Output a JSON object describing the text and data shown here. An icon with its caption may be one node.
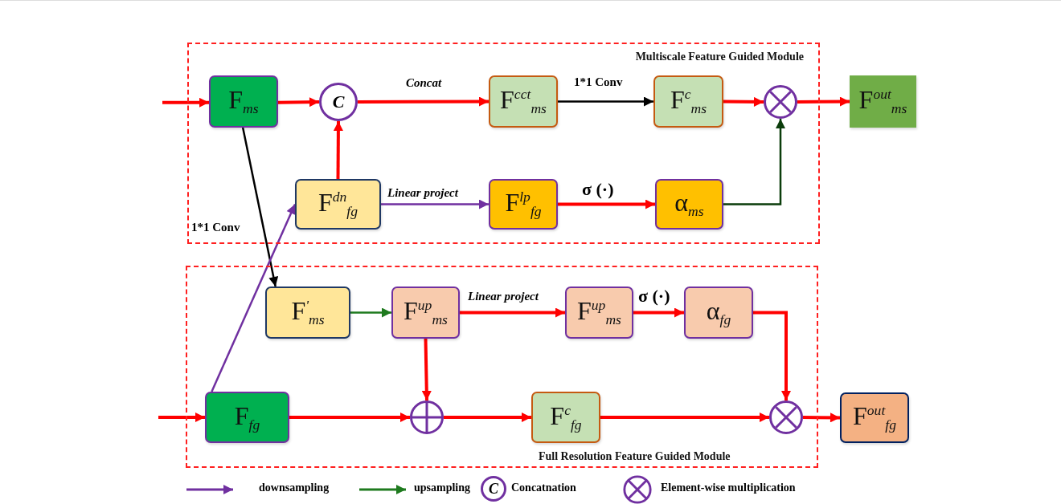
{
  "diagram": {
    "nodes": [
      {
        "text": [
          "Multiscale Feature Guided Module"
        ]
      },
      {
        "text": [
          "F$_{ms}$"
        ],
        "in": 0
      },
      {
        "text": [
          "C"
        ],
        "in": 0
      },
      {
        "text": [
          "F$^{cct}$$_{ms}$"
        ],
        "in": 0
      },
      {
        "text": [
          "F$^{c}$$_{ms}$"
        ],
        "in": 0
      },
      {
        "text": [],
        "shape": "circle",
        "in": 0
      },
      {
        "text": [
          "F$^{out}$$_{ms}$"
        ]
      },
      {
        "text": [
          "F$^{dn}$$_{fg}$"
        ],
        "in": 0
      },
      {
        "text": [
          "F$^{lp}$$_{fg}$"
        ],
        "in": 0
      },
      {
        "text": [
          "α$_{ms}$"
        ],
        "in": 0
      },
      {
        "text": [
          "Full Resolution Feature Guided Module"
        ]
      },
      {
        "text": [
          "F$^{'}$$_{ms}$"
        ],
        "in": 10
      },
      {
        "text": [
          "F$^{up}$$_{ms}$"
        ],
        "in": 10
      },
      {
        "text": [
          "F$^{up}$$_{ms}$"
        ],
        "in": 10
      },
      {
        "text": [
          "α$_{fg}$"
        ],
        "in": 10
      },
      {
        "text": [
          "F$_{fg}$"
        ],
        "in": 10
      },
      {
        "text": [],
        "shape": "circle",
        "in": 10
      },
      {
        "text": [
          "F$^{c}$$_{fg}$"
        ],
        "in": 10
      },
      {
        "text": [],
        "shape": "circle",
        "in": 10
      },
      {
        "text": [
          "F$^{out}$$_{fg}$"
        ]
      }
    ],
    "edges": [
      {
        "from": null,
        "to": 1,
        "arrow": "to"
      },
      {
        "from": 1,
        "to": 2,
        "arrow": "to"
      },
      {
        "from": 2,
        "to": 3,
        "arrow": "to",
        "label": "Concat"
      },
      {
        "from": 3,
        "to": 4,
        "arrow": "to",
        "label": "1*1 Conv",
        "color": "#000000"
      },
      {
        "from": 4,
        "to": 5,
        "arrow": "to"
      },
      {
        "from": 5,
        "to": 6,
        "arrow": "to"
      },
      {
        "from": 7,
        "to": 2,
        "arrow": "to"
      },
      {
        "from": 7,
        "to": 8,
        "arrow": "to",
        "label": "Linear project",
        "color": "#7030a0"
      },
      {
        "from": 8,
        "to": 9,
        "arrow": "to",
        "label": "σ (·)"
      },
      {
        "from": 9,
        "to": 5,
        "arrow": "to",
        "color": "#0b3d0b"
      },
      {
        "from": 1,
        "to": 11,
        "arrow": "to",
        "label": "1*1 Conv",
        "color": "#000000"
      },
      {
        "from": 15,
        "to": 7,
        "arrow": "to",
        "color": "#7030a0"
      },
      {
        "from": 11,
        "to": 12,
        "arrow": "to",
        "color": "#1e7a1e"
      },
      {
        "from": 12,
        "to": 13,
        "arrow": "to",
        "label": "Linear project"
      },
      {
        "from": 13,
        "to": 14,
        "arrow": "to",
        "label": "σ (·)"
      },
      {
        "from": 14,
        "to": 18,
        "arrow": "to"
      },
      {
        "from": 12,
        "to": 16,
        "arrow": "to"
      },
      {
        "from": null,
        "to": 15,
        "arrow": "to"
      },
      {
        "from": 15,
        "to": 16,
        "arrow": "to"
      },
      {
        "from": 16,
        "to": 17,
        "arrow": "to"
      },
      {
        "from": 17,
        "to": 18,
        "arrow": "to"
      },
      {
        "from": 18,
        "to": 19,
        "arrow": "to"
      }
    ],
    "labels": [
      "C"
    ],
    "legend": [
      {
        "text": "downsampling"
      },
      {
        "text": "upsampling"
      },
      {
        "text": "Concatnation"
      },
      {
        "text": "Element-wise multiplication"
      }
    ]
  }
}
